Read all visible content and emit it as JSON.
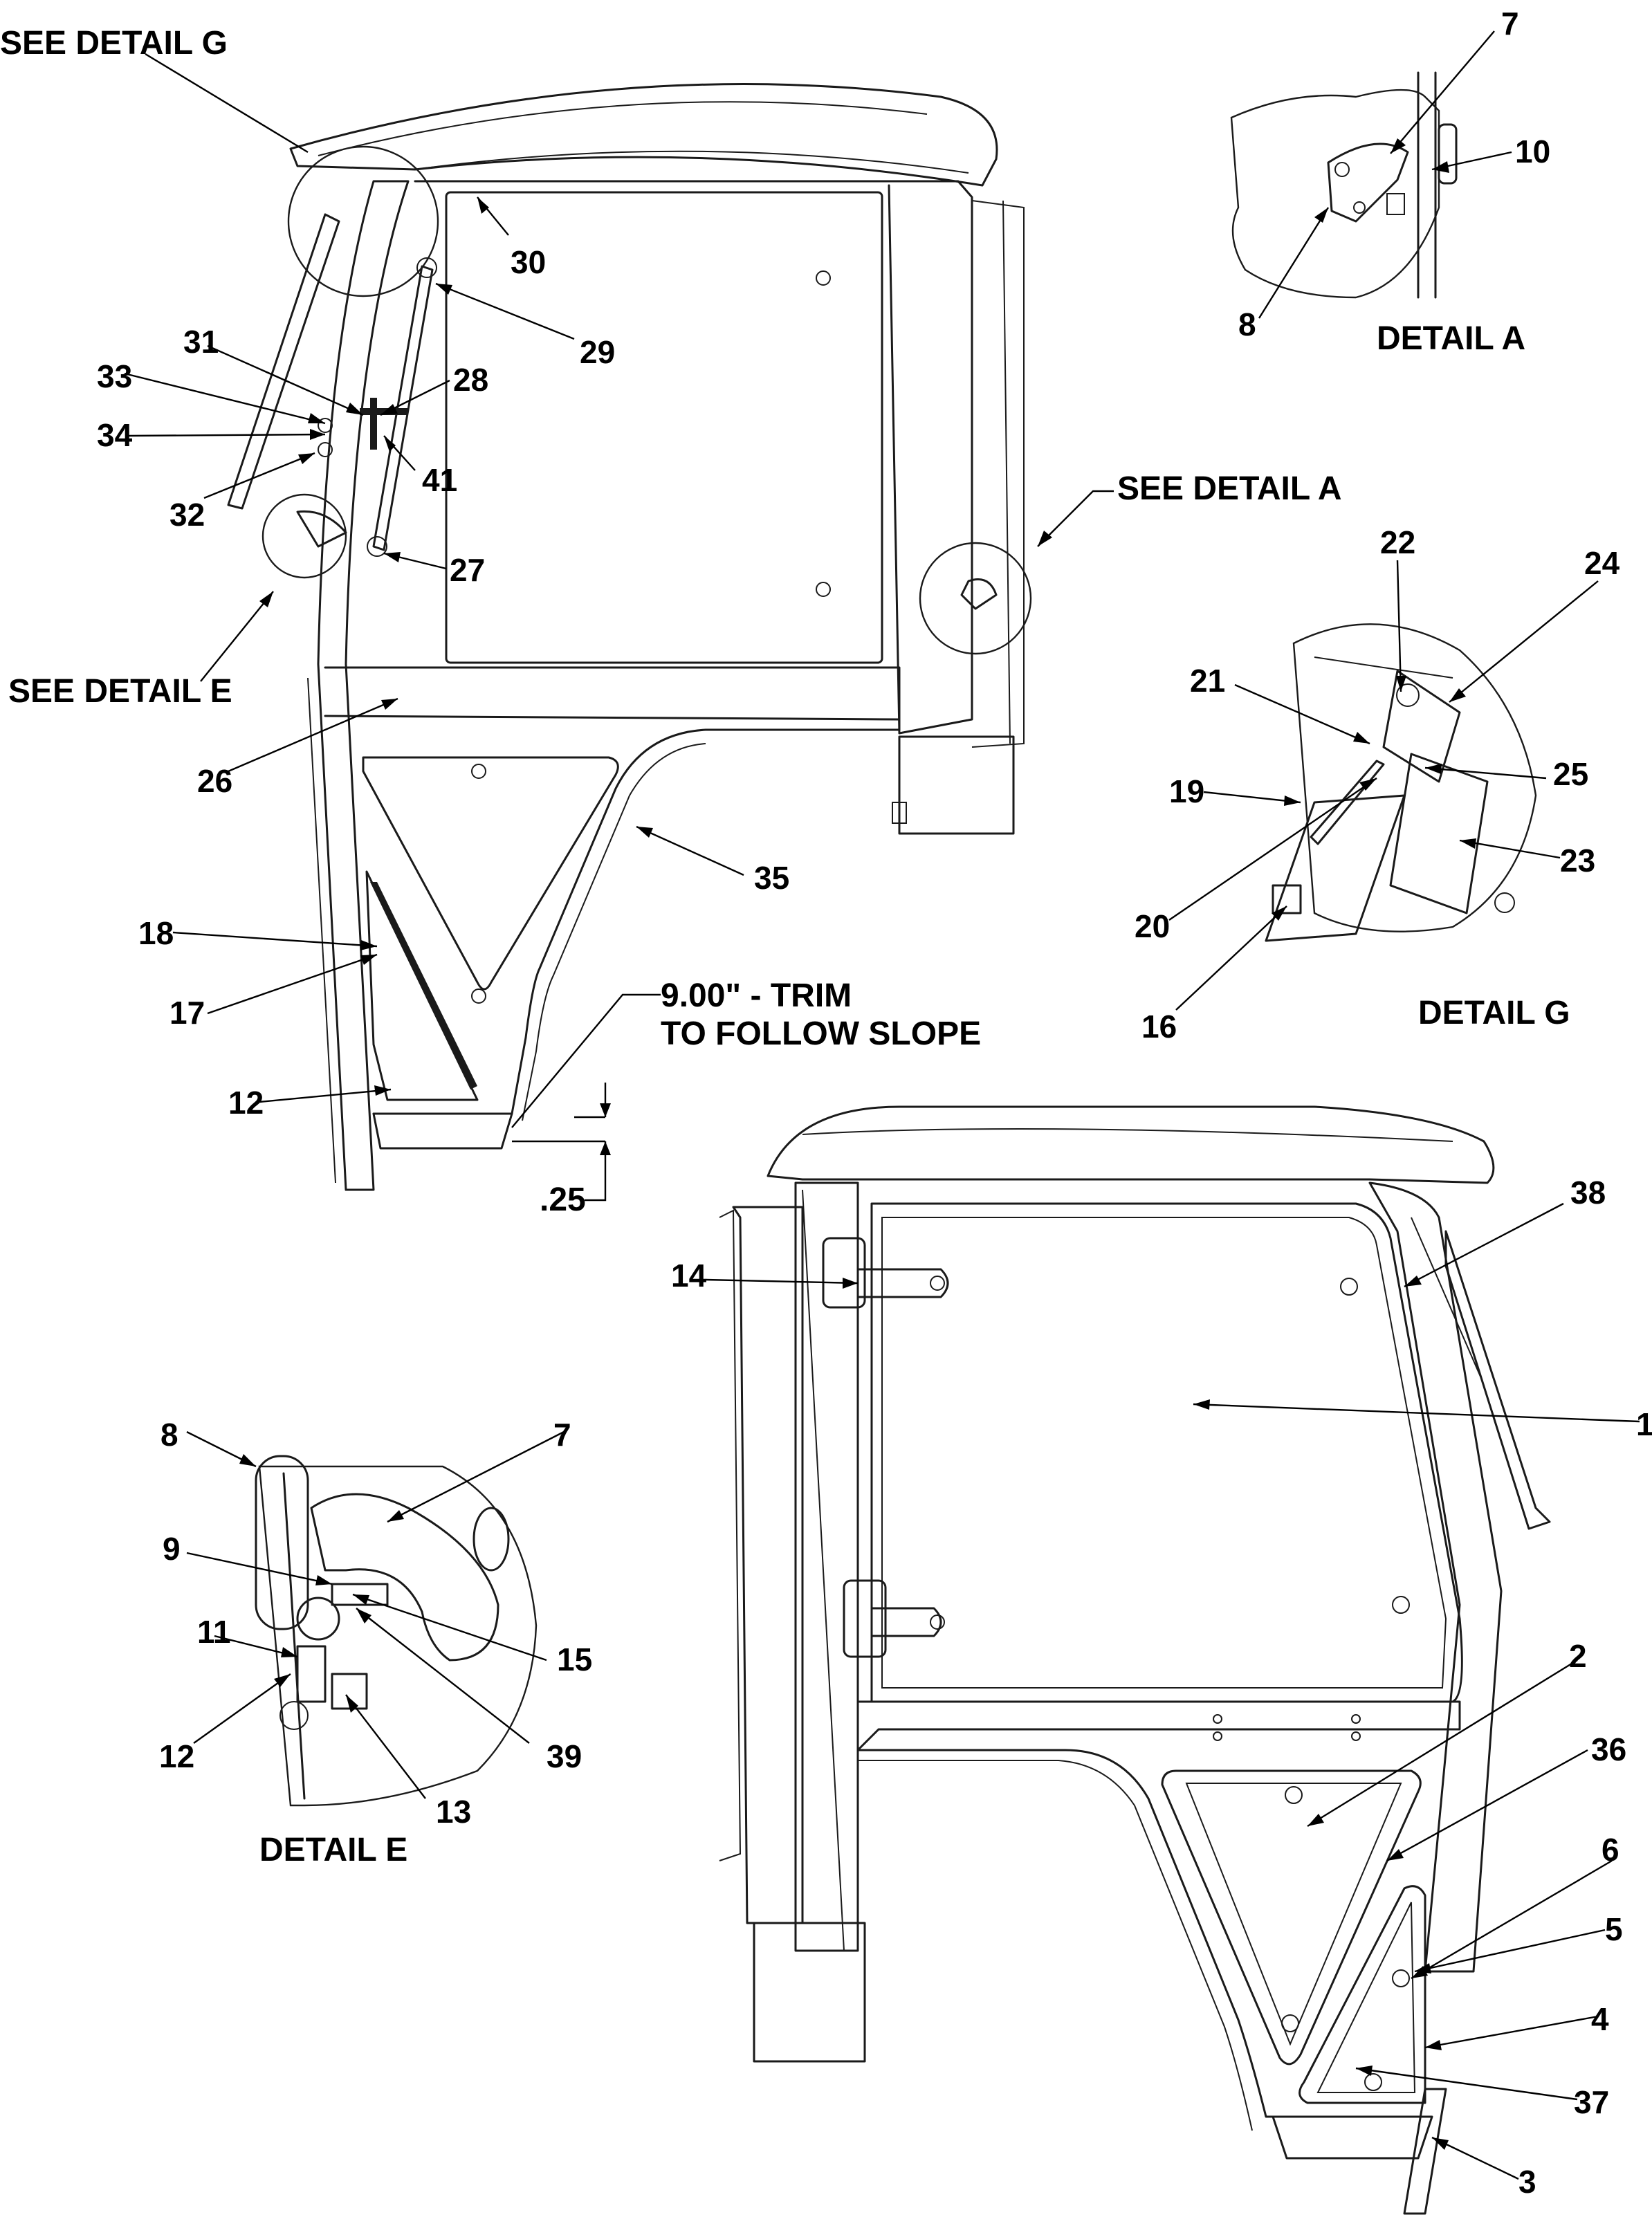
{
  "colors": {
    "line": "#1a1a1a",
    "text": "#000000",
    "background": "#ffffff"
  },
  "labels": {
    "see_detail_g": "SEE DETAIL  G",
    "see_detail_a": "SEE DETAIL  A",
    "see_detail_e": "SEE DETAIL  E",
    "detail_a": "DETAIL  A",
    "detail_g": "DETAIL  G",
    "detail_e": "DETAIL  E",
    "trim_line1": "9.00\" - TRIM",
    "trim_line2": "TO FOLLOW SLOPE",
    "dim_025": ".25"
  },
  "callouts": {
    "c1": "1",
    "c2": "2",
    "c3": "3",
    "c4": "4",
    "c5": "5",
    "c6": "6",
    "c7a": "7",
    "c7e": "7",
    "c8a": "8",
    "c8e": "8",
    "c9": "9",
    "c10": "10",
    "c11": "11",
    "c12e": "12",
    "c12": "12",
    "c13": "13",
    "c14": "14",
    "c15": "15",
    "c16": "16",
    "c17": "17",
    "c18": "18",
    "c19": "19",
    "c20": "20",
    "c21": "21",
    "c22": "22",
    "c23": "23",
    "c24": "24",
    "c25": "25",
    "c26": "26",
    "c27": "27",
    "c28": "28",
    "c29": "29",
    "c30": "30",
    "c31": "31",
    "c32": "32",
    "c33": "33",
    "c34": "34",
    "c35": "35",
    "c36": "36",
    "c37": "37",
    "c38": "38",
    "c39": "39",
    "c41": "41"
  }
}
